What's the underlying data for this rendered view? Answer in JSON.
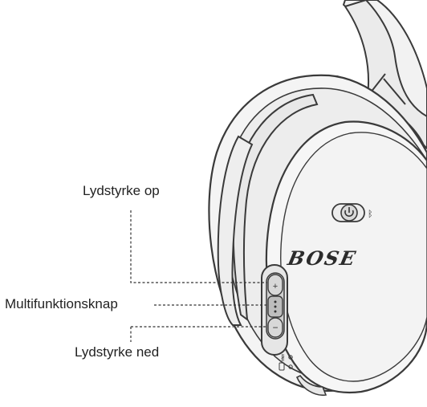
{
  "diagram": {
    "subject": "headphone-earcup-controls",
    "brand_logo": "BOSE",
    "callouts": [
      {
        "id": "volume-up",
        "label": "Lydstyrke op"
      },
      {
        "id": "multifunction",
        "label": "Multifunktionsknap"
      },
      {
        "id": "volume-down",
        "label": "Lydstyrke ned"
      }
    ],
    "icons": [
      "power-icon",
      "bluetooth-icon",
      "plus-icon",
      "minus-icon"
    ],
    "colors": {
      "outline": "#3a3a3a",
      "body_fill": "#f2f2f2",
      "label_text": "#222222",
      "leader_line": "#333333"
    }
  }
}
